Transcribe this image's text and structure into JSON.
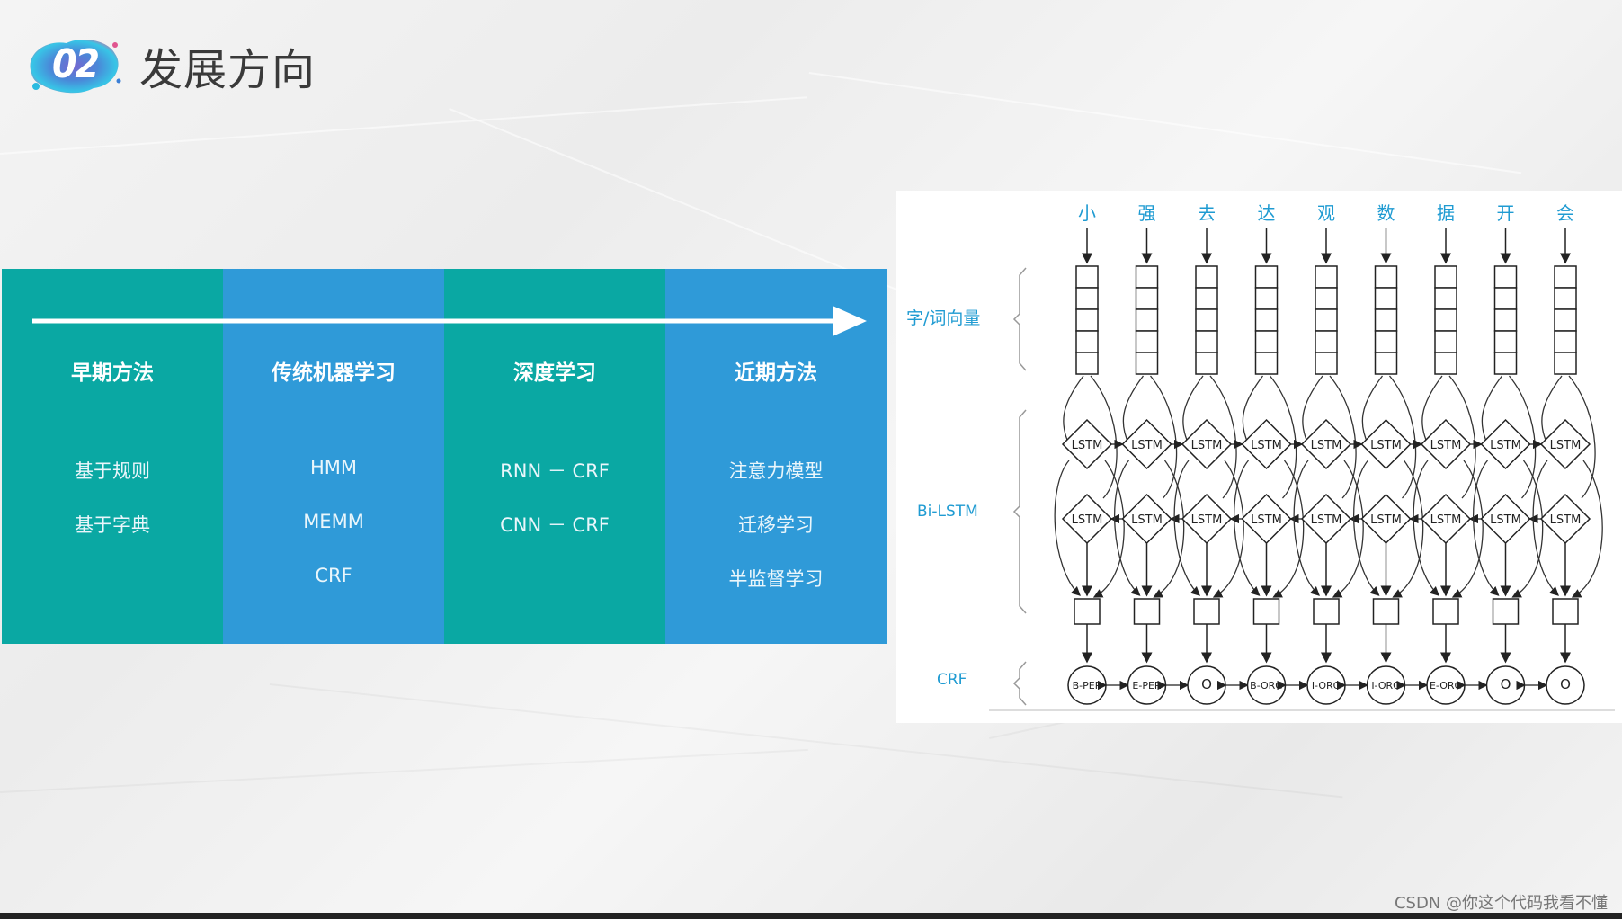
{
  "badge": {
    "number": "02"
  },
  "title": "发展方向",
  "timeline": {
    "columns": [
      {
        "heading": "早期方法",
        "items": [
          "基于规则",
          "基于字典"
        ],
        "color": "#0aa8a3"
      },
      {
        "heading": "传统机器学习",
        "items": [
          "HMM",
          "MEMM",
          "CRF"
        ],
        "color": "#2f9ad8"
      },
      {
        "heading": "深度学习",
        "items": [
          "RNN － CRF",
          "CNN － CRF"
        ],
        "color": "#0aa8a3"
      },
      {
        "heading": "近期方法",
        "items": [
          "注意力模型",
          "迁移学习",
          "半监督学习"
        ],
        "color": "#2f9ad8"
      }
    ]
  },
  "diagram": {
    "characters": [
      "小",
      "强",
      "去",
      "达",
      "观",
      "数",
      "据",
      "开",
      "会"
    ],
    "layer_labels": {
      "embedding": "字/词向量",
      "bilstm": "Bi-LSTM",
      "crf": "CRF"
    },
    "lstm_label": "LSTM",
    "tags": [
      "B-PER",
      "E-PER",
      "O",
      "B-ORG",
      "I-ORG",
      "I-ORG",
      "E-ORG",
      "O",
      "O"
    ],
    "accent_color": "#1f9bd2"
  },
  "watermark": "CSDN @你这个代码我看不懂"
}
